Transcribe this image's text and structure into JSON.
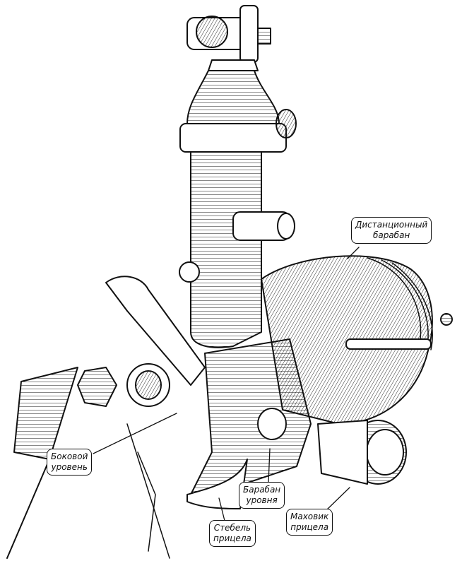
{
  "labels": {
    "distance_drum": {
      "line1": "Дистанционный",
      "line2": "барабан"
    },
    "side_level": {
      "line1": "Боковой",
      "line2": "уровень"
    },
    "level_drum": {
      "line1": "Барабан",
      "line2": "уровня"
    },
    "sight_stem": {
      "line1": "Стебель",
      "line2": "прицела"
    },
    "sight_handwheel": {
      "line1": "Маховик",
      "line2": "прицела"
    }
  },
  "colors": {
    "ink": "#111111",
    "paper": "#ffffff"
  }
}
